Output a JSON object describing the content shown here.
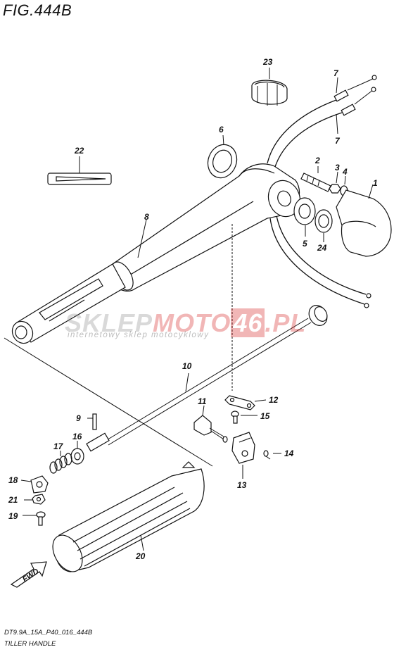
{
  "figure_title": "FIG.444B",
  "footer": {
    "code": "DT9.9A_15A_P40_016_444B",
    "caption": "TILLER HANDLE"
  },
  "watermark": {
    "brand_part1": "SKLEP",
    "brand_part2": "MOTO",
    "brand_box": "46",
    "brand_suffix": ".PL",
    "tagline": "internetowy sklep motocyklowy"
  },
  "direction_label": "FWD",
  "callouts": {
    "p1": "1",
    "p2": "2",
    "p3": "3",
    "p4": "4",
    "p5": "5",
    "p6": "6",
    "p7a": "7",
    "p7b": "7",
    "p8": "8",
    "p9": "9",
    "p10": "10",
    "p11": "11",
    "p12": "12",
    "p13": "13",
    "p14": "14",
    "p15": "15",
    "p16": "16",
    "p17": "17",
    "p18": "18",
    "p19": "19",
    "p20": "20",
    "p21": "21",
    "p22": "22",
    "p23": "23",
    "p24": "24"
  },
  "colors": {
    "line": "#111111",
    "watermark_red": "#d61f1f",
    "watermark_gray": "#8a8a8a"
  }
}
